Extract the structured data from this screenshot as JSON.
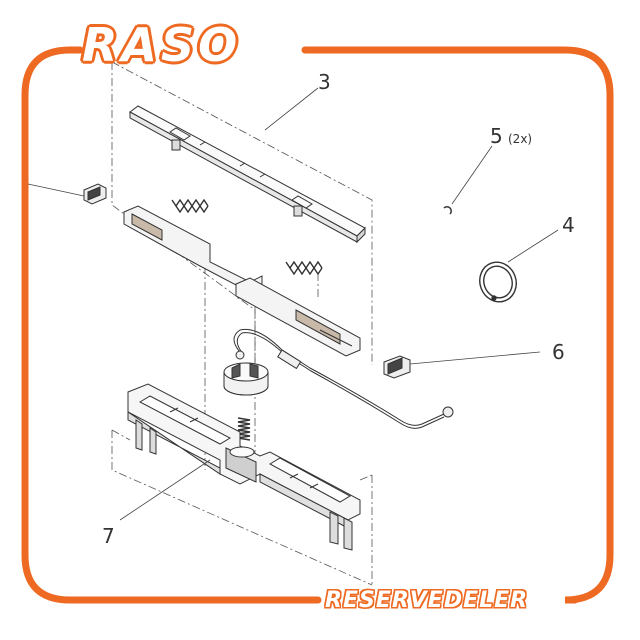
{
  "brand": {
    "name": "RASO",
    "tagline": "RESERVEDELER",
    "accent_color": "#ee6a22"
  },
  "callouts": [
    {
      "id": "3",
      "label": "3"
    },
    {
      "id": "5",
      "label": "5",
      "qty": "(2x)"
    },
    {
      "id": "4",
      "label": "4"
    },
    {
      "id": "6",
      "label": "6"
    },
    {
      "id": "7",
      "label": "7"
    }
  ],
  "line_color": "#444444"
}
